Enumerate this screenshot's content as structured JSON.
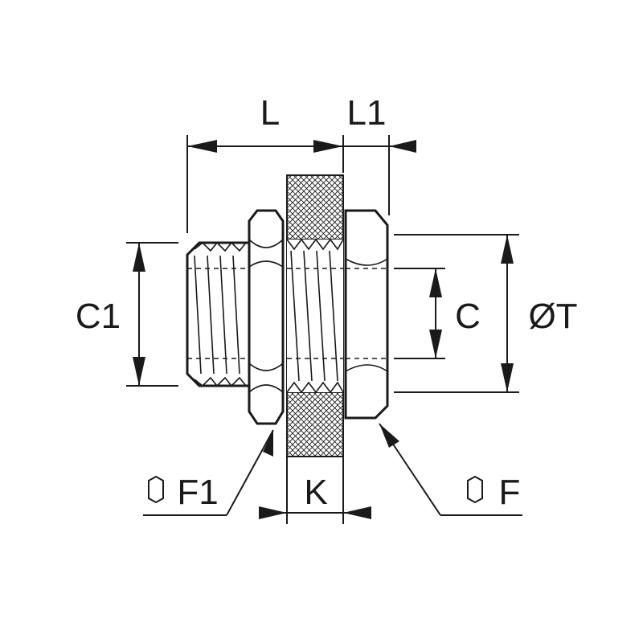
{
  "labels": {
    "L": "L",
    "L1": "L1",
    "C1": "C1",
    "C": "C",
    "T": "ØT",
    "K": "K",
    "F1": "F1",
    "F": "F"
  },
  "colors": {
    "line": "#1a1a1a",
    "background": "#ffffff"
  }
}
